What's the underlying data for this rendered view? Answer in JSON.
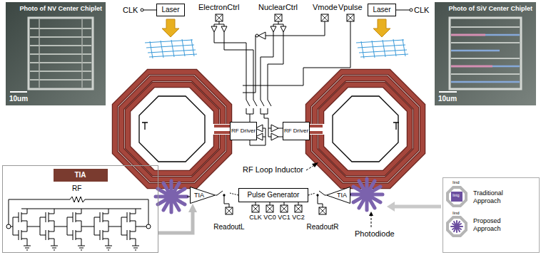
{
  "diagram": {
    "nodes": [
      {
        "text": [
          "Photo of NV Center Chiplet",
          "10um"
        ]
      },
      {
        "text": [
          "Laser"
        ]
      },
      {
        "text": [
          "Laser"
        ]
      },
      {
        "text": [
          "Photo of SiV Center Chiplet",
          "10um"
        ]
      },
      {
        "text": [
          "RF Driver"
        ]
      },
      {
        "text": [
          "RF Driver"
        ]
      },
      {
        "text": [
          "TIA"
        ]
      },
      {
        "text": [
          "TIA"
        ]
      },
      {
        "text": [
          "Pulse Generator"
        ]
      },
      {
        "text": [
          "TIA"
        ]
      },
      {
        "text": [
          "Traditional Approach",
          "Proposed Approach"
        ]
      }
    ],
    "edges": [
      {
        "from": 6,
        "to": 7,
        "arrow": "to"
      }
    ],
    "labels": [
      "CLK",
      "ElectronCtrl",
      "NuclearCtrl",
      "Vmode",
      "Vpulse",
      "CLK",
      "RF Loop Inductor",
      "RF",
      "ReadoutL",
      "ReadoutR",
      "CLK",
      "VC0",
      "VC1",
      "VC2",
      "Photodiode",
      "Iind",
      "Iintg",
      "Iind"
    ]
  }
}
